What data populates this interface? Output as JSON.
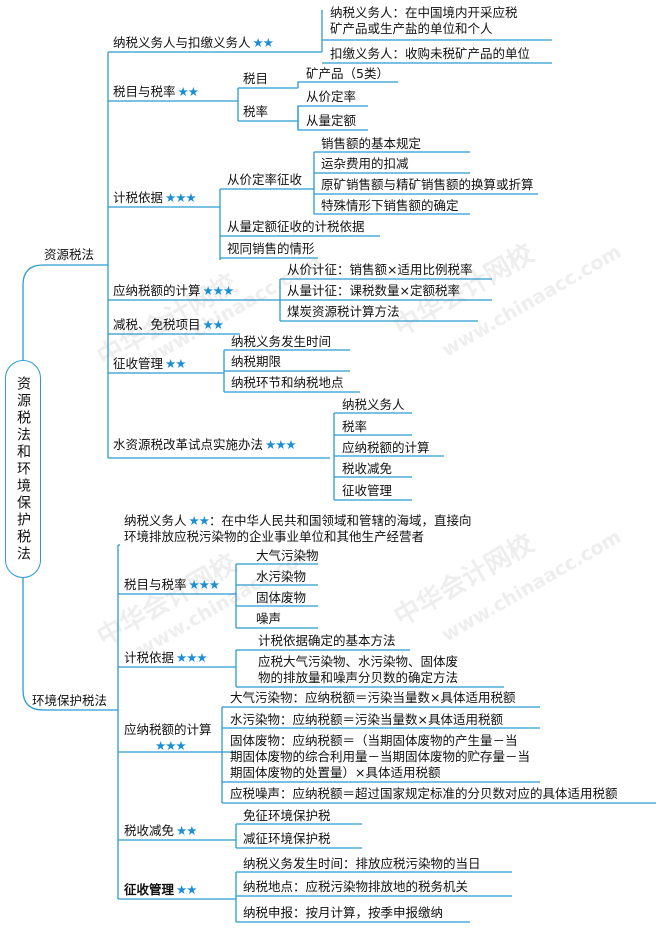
{
  "root": {
    "label": "资源税法和环境保护税法"
  },
  "star": "★",
  "watermark": {
    "brand": "中华会计网校",
    "url": "www.chinaacc.com"
  },
  "colors": {
    "line": "#2b9bd0",
    "stars": "#1a8fd1"
  },
  "resource": {
    "label": "资源税法",
    "taxpayer": {
      "label": "纳税义务人与扣缴义务人",
      "stars": 2,
      "items": [
        "纳税义务人：在中国境内开采应税",
        "矿产品或生产盐的单位和个人",
        "扣缴义务人：收购未税矿产品的单位"
      ]
    },
    "rates": {
      "label": "税目与税率",
      "stars": 2,
      "item_label": "税目",
      "item_value": "矿产品（5类）",
      "rate_label": "税率",
      "rate_values": [
        "从价定率",
        "从量定额"
      ]
    },
    "basis": {
      "label": "计税依据",
      "stars": 3,
      "advalorem": {
        "label": "从价定率征收",
        "items": [
          "销售额的基本规定",
          "运杂费用的扣减",
          "原矿销售额与精矿销售额的换算或折算",
          "特殊情形下销售额的确定"
        ]
      },
      "specific": "从量定额征收的计税依据",
      "deemed": "视同销售的情形"
    },
    "calc": {
      "label": "应纳税额的计算",
      "stars": 3,
      "items": [
        "从价计征：销售额×适用比例税率",
        "从量计征：课税数量×定额税率",
        "煤炭资源税计算方法"
      ]
    },
    "relief": {
      "label": "减税、免税项目",
      "stars": 2
    },
    "admin": {
      "label": "征收管理",
      "stars": 2,
      "items": [
        "纳税义务发生时间",
        "纳税期限",
        "纳税环节和纳税地点"
      ]
    },
    "water": {
      "label": "水资源税改革试点实施办法",
      "stars": 3,
      "items": [
        "纳税义务人",
        "税率",
        "应纳税额的计算",
        "税收减免",
        "征收管理"
      ]
    }
  },
  "env": {
    "label": "环境保护税法",
    "taxpayer": {
      "label": "纳税义务人",
      "stars": 2,
      "line1": "：在中华人民共和国领域和管辖的海域，直接向",
      "line2": "环境排放应税污染物的企业事业单位和其他生产经营者"
    },
    "rates": {
      "label": "税目与税率",
      "stars": 3,
      "items": [
        "大气污染物",
        "水污染物",
        "固体废物",
        "噪声"
      ]
    },
    "basis": {
      "label": "计税依据",
      "stars": 3,
      "items": [
        "计税依据确定的基本方法",
        "应税大气污染物、水污染物、固体废",
        "物的排放量和噪声分贝数的确定方法"
      ]
    },
    "calc": {
      "label": "应纳税额的计算",
      "stars": 3,
      "items": [
        "大气污染物：应纳税额＝污染当量数×具体适用税额",
        "水污染物：应纳税额＝污染当量数×具体适用税额",
        "固体废物：应纳税额＝（当期固体废物的产生量－当",
        "期固体废物的综合利用量－当期固体废物的贮存量－当",
        "期固体废物的处置量）×具体适用税额",
        "应税噪声：应纳税额＝超过国家规定标准的分贝数对应的具体适用税额"
      ]
    },
    "relief": {
      "label": "税收减免",
      "stars": 2,
      "items": [
        "免征环境保护税",
        "减征环境保护税"
      ]
    },
    "admin": {
      "label": "征收管理",
      "stars": 2,
      "items": [
        "纳税义务发生时间：排放应税污染物的当日",
        "纳税地点：应税污染物排放地的税务机关",
        "纳税申报：按月计算，按季申报缴纳"
      ]
    }
  }
}
